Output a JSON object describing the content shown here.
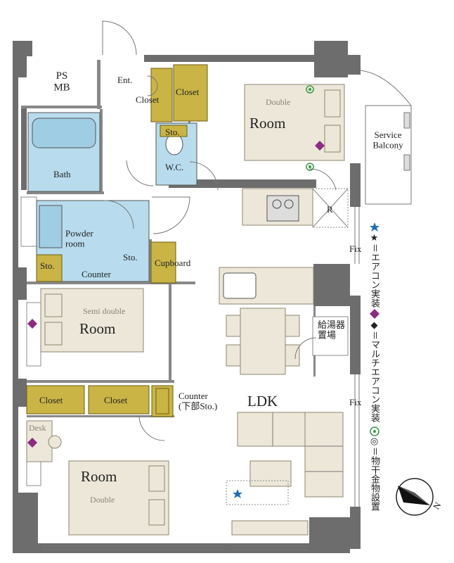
{
  "rooms": {
    "ps_mb": "PS\nMB",
    "entrance": "Ent.",
    "closet": "Closet",
    "storage": "Sto.",
    "wc": "W.C.",
    "bath": "Bath",
    "powder_room": "Powder\nroom",
    "counter": "Counter",
    "cupboard": "Cupboard",
    "room": "Room",
    "double": "Double",
    "semi_double": "Semi double",
    "service_balcony": "Service\nBalcony",
    "refrigerator": "R",
    "fix": "Fix",
    "water_heater": "給湯器\n置場",
    "counter_below": "Counter\n(下部Sto.)",
    "desk": "Desk",
    "ldk": "LDK"
  },
  "legend": {
    "aircon": "★＝エアコン実装",
    "multi_aircon": "◆＝マルチエアコン実装",
    "drying_hardware": "◎＝物干金物設置"
  },
  "compass": {
    "north_label": "N"
  },
  "colors": {
    "star": "#1d6fb8",
    "diamond": "#8a2c82",
    "ring": "#3a9a4a",
    "closet": "#c9b445",
    "wet_area": "#b8dcee"
  }
}
